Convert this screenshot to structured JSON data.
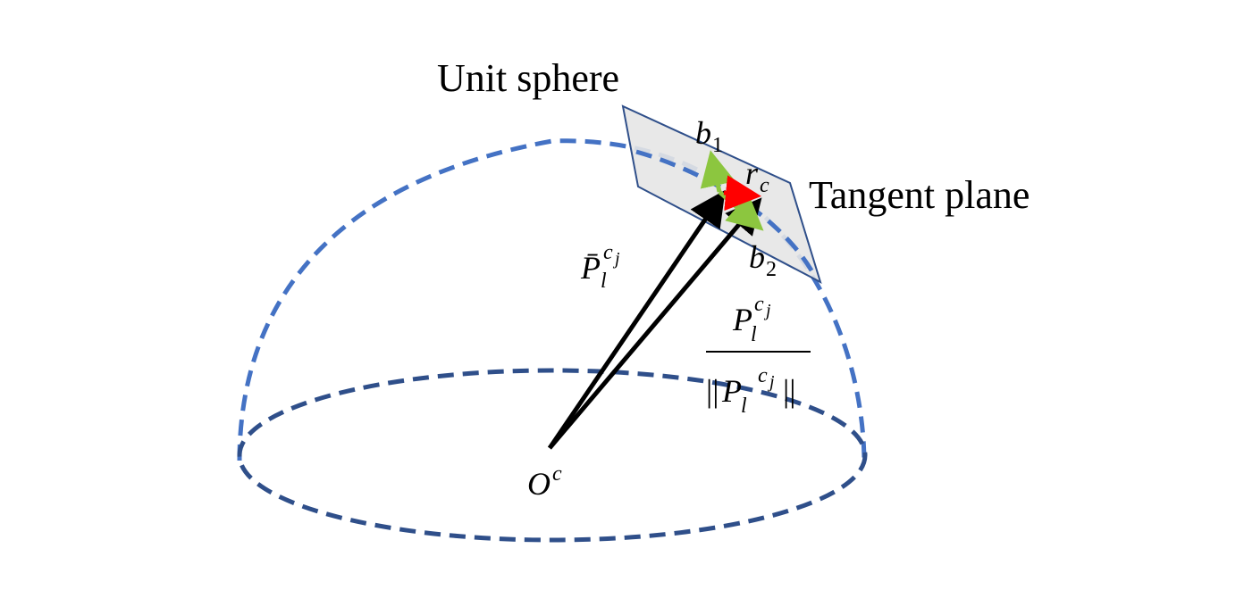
{
  "labels": {
    "unit_sphere": "Unit sphere",
    "tangent_plane": "Tangent plane"
  },
  "symbols": {
    "b1": {
      "base": "b",
      "sub": "1"
    },
    "b2": {
      "base": "b",
      "sub": "2"
    },
    "rc": {
      "base": "r",
      "sub": "c"
    },
    "origin": {
      "base": "O",
      "sup": "c"
    },
    "p_bar": {
      "base": "P̄",
      "sub": "l",
      "sup": "c",
      "sup_sub": "j"
    },
    "p_normalized": {
      "numerator": {
        "base": "P",
        "sub": "l",
        "sup": "c",
        "sup_sub": "j"
      },
      "denominator": {
        "left_bars": "||",
        "base": "P",
        "sub": "l",
        "sup": "c",
        "sup_sub": "j",
        "right_bars": "||"
      }
    }
  },
  "colors": {
    "sphere_outline": "#4472C4",
    "base_ellipse": "#2F4F8A",
    "tangent_plane_fill": "#E6E6E6",
    "tangent_plane_stroke": "#2F4F8A",
    "vectors": "#000000",
    "basis_vectors": "#8CC63F",
    "residual_vector": "#FF0000"
  }
}
